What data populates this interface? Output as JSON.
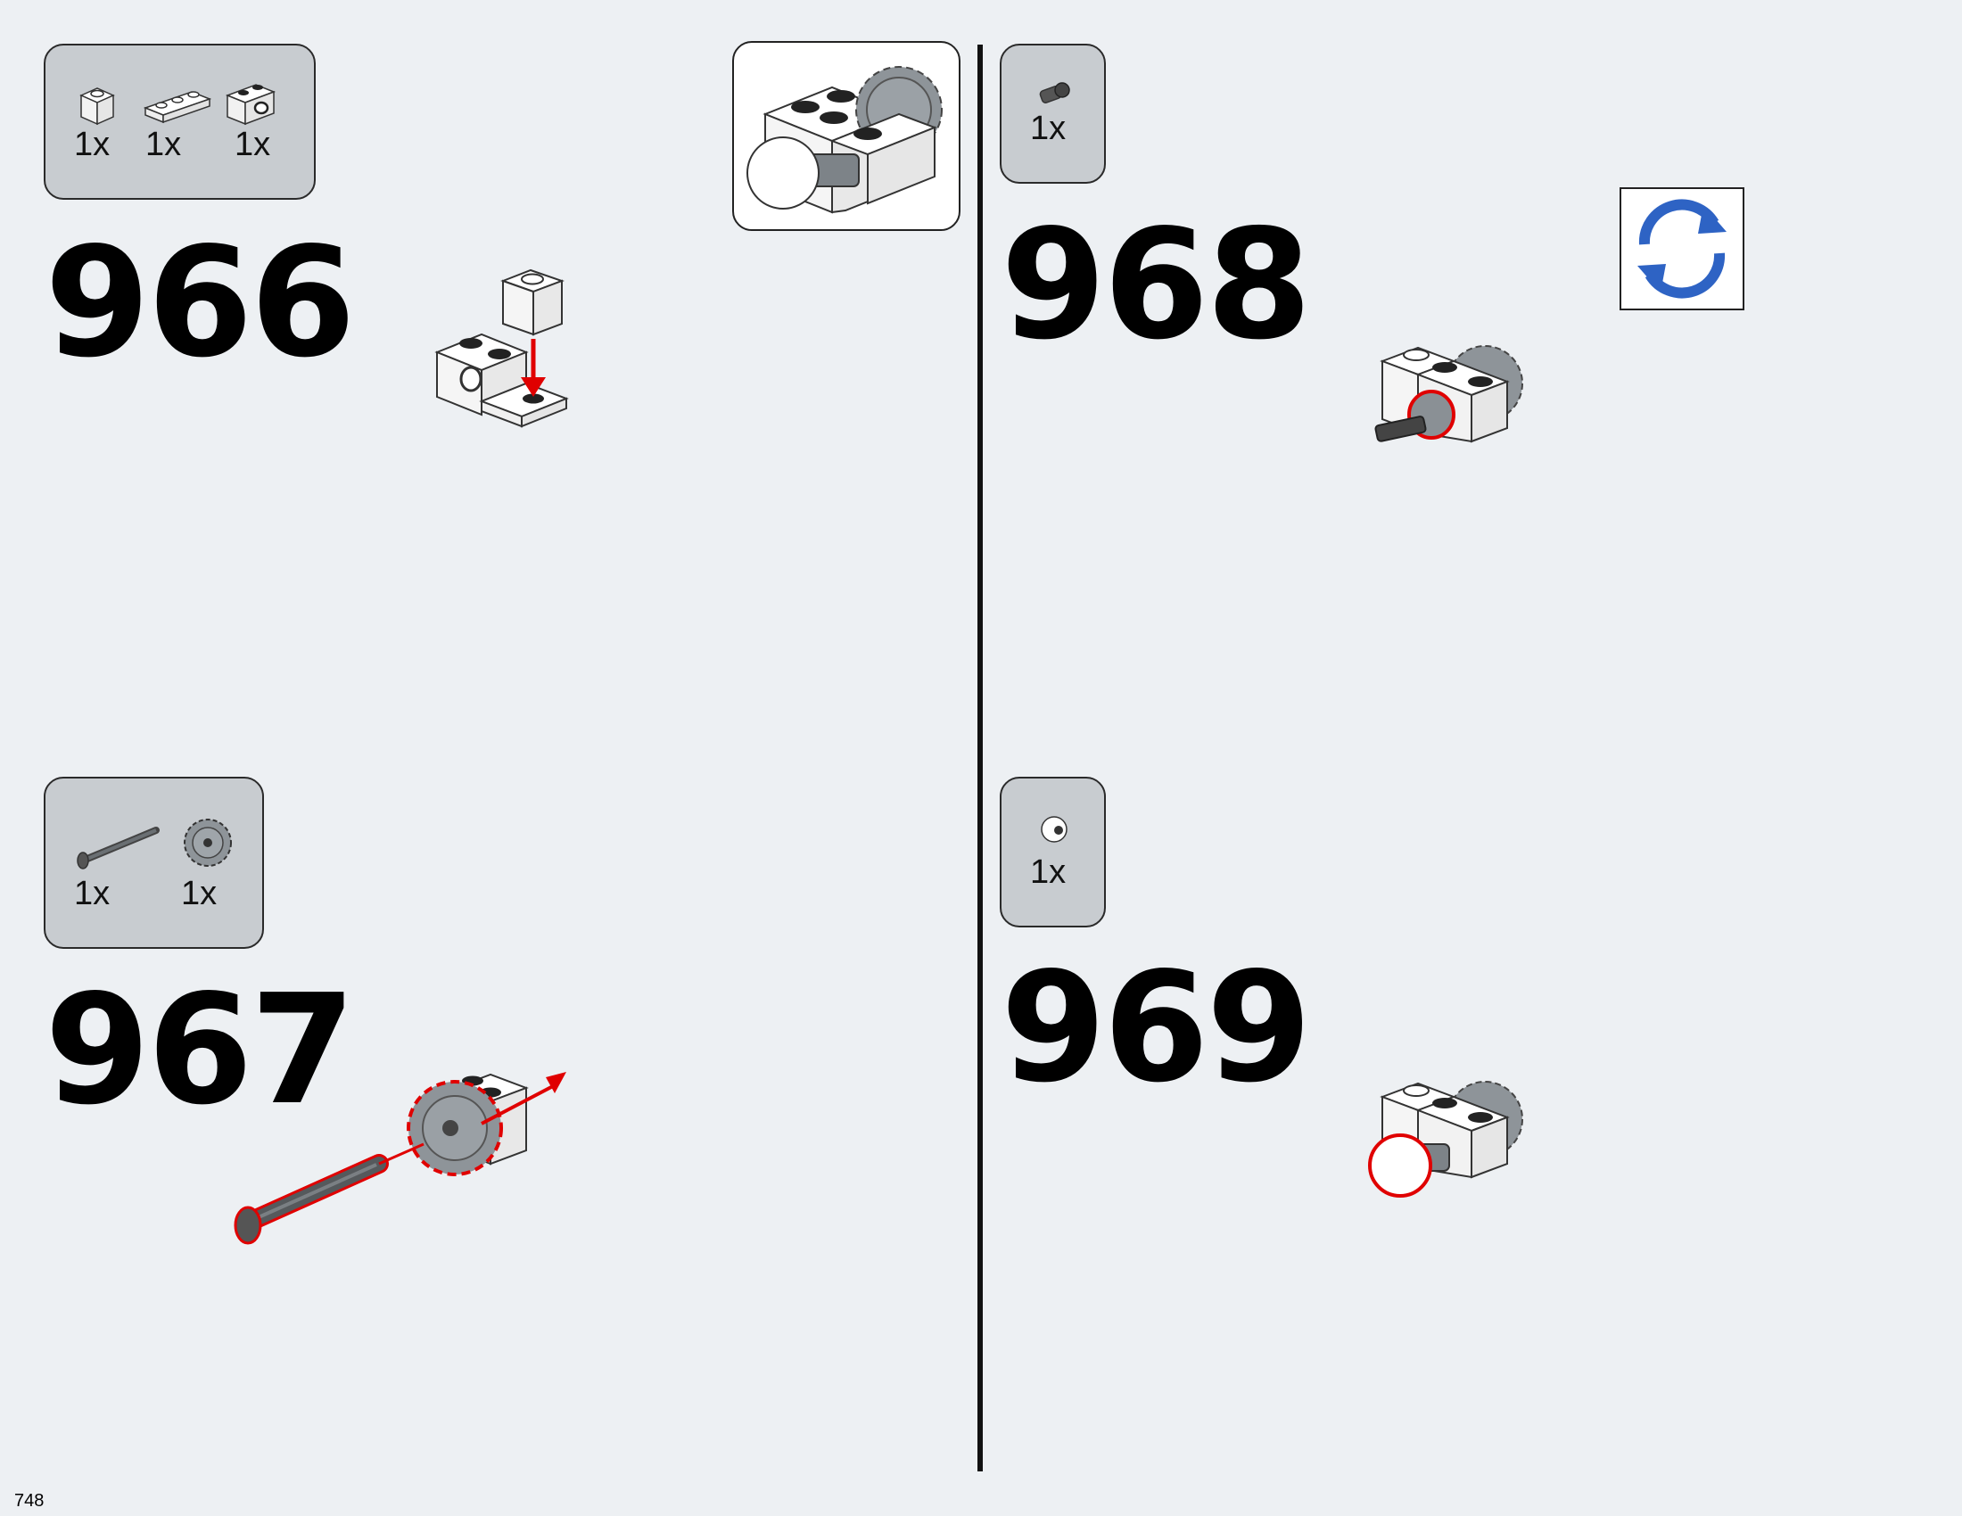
{
  "page": {
    "number": "748"
  },
  "steps": [
    {
      "number": "966",
      "parts": [
        {
          "qty": "1x",
          "icon": "brick-1x1-icon"
        },
        {
          "qty": "1x",
          "icon": "plate-1x3-icon"
        },
        {
          "qty": "1x",
          "icon": "technic-brick-1x2-icon"
        }
      ]
    },
    {
      "number": "967",
      "parts": [
        {
          "qty": "1x",
          "icon": "axle-icon"
        },
        {
          "qty": "1x",
          "icon": "gear-icon"
        }
      ]
    },
    {
      "number": "968",
      "parts": [
        {
          "qty": "1x",
          "icon": "pin-icon"
        }
      ]
    },
    {
      "number": "969",
      "parts": [
        {
          "qty": "1x",
          "icon": "round-tile-icon"
        }
      ]
    }
  ],
  "colors": {
    "background": "#edf0f3",
    "parts_box": "#c8ccd0",
    "highlight": "#e00000",
    "rotate_icon": "#2e63c4",
    "gear": "#8e9499"
  }
}
